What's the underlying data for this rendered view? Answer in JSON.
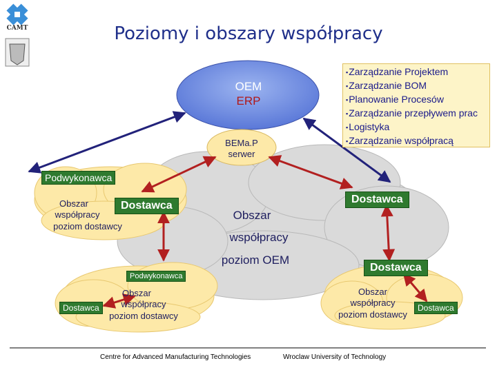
{
  "title": "Poziomy i obszary współpracy",
  "logo": {
    "text": "CAMT"
  },
  "oem": {
    "line1": "OEM",
    "line2": "ERP"
  },
  "server": {
    "line1": "BEMa.P",
    "line2": "serwer"
  },
  "functions": [
    "Zarządzanie Projektem",
    "Zarządzanie BOM",
    "Planowanie Procesów",
    "Zarządzanie przepływem prac",
    "Logistyka",
    "Zarządzanie współpracą"
  ],
  "bullet": "▪",
  "left_cloud": {
    "tag": "Podwykonawca",
    "area_line1": "Obszar",
    "area_line2": "współpracy",
    "area_line3": "poziom dostawcy",
    "supplier": "Dostawca"
  },
  "center": {
    "line1": "Obszar",
    "line2": "współpracy",
    "line3": "poziom OEM"
  },
  "bottom_left_cloud": {
    "tag": "Podwykonawca",
    "supplier": "Dostawca",
    "area_line1": "Obszar",
    "area_line2": "współpracy",
    "area_line3": "poziom dostawcy"
  },
  "right_top": {
    "supplier": "Dostawca"
  },
  "right_bottom": {
    "supplier": "Dostawca",
    "area_line1": "Obszar",
    "area_line2": "współpracy",
    "area_line3": "poziom dostawcy",
    "supplier2": "Dostawca"
  },
  "footer": {
    "left": "Centre for Advanced Manufacturing Technologies",
    "right": "Wroclaw University of Technology"
  },
  "colors": {
    "title": "#1f2f8a",
    "cloud": "#fde9a8",
    "main_cloud": "#dadada",
    "pill": "#2f7a2f",
    "arrow_blue": "#22227a",
    "arrow_red": "#b22020"
  }
}
